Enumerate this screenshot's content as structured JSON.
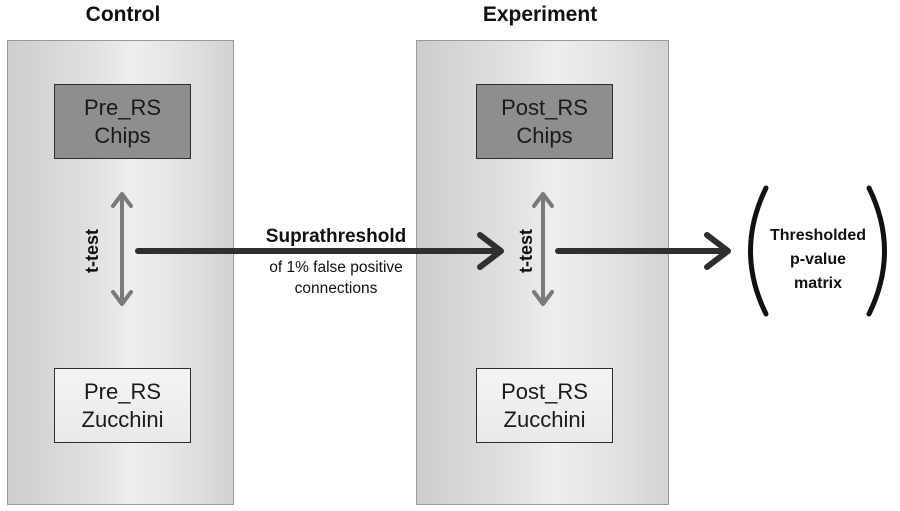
{
  "groups": {
    "control": {
      "title": "Control",
      "top_box": {
        "line1": "Pre_RS",
        "line2": "Chips"
      },
      "bottom_box": {
        "line1": "Pre_RS",
        "line2": "Zucchini"
      },
      "test_label": "t-test"
    },
    "experiment": {
      "title": "Experiment",
      "top_box": {
        "line1": "Post_RS",
        "line2": "Chips"
      },
      "bottom_box": {
        "line1": "Post_RS",
        "line2": "Zucchini"
      },
      "test_label": "t-test"
    }
  },
  "connector": {
    "title": "Suprathreshold",
    "line1": "of 1% false positive",
    "line2": "connections"
  },
  "result": {
    "line1": "Thresholded",
    "line2": "p-value",
    "line3": "matrix"
  },
  "colors": {
    "arrow": "#2f2f2f",
    "double_arrow": "#7a7a7a",
    "dark_box": "#8e8e8e",
    "panel": "#e2e2e2"
  }
}
